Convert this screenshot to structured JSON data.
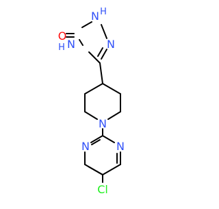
{
  "structure": {
    "atoms": {
      "O": "O",
      "NH_top": "N",
      "H_top": "H",
      "N_right": "N",
      "NH_left": "N",
      "H_left": "H",
      "N_pip": "N",
      "N_pyr_left": "N",
      "N_pyr_right": "N",
      "Cl": "Cl"
    },
    "colors": {
      "oxygen": "#ff0d0d",
      "nitrogen": "#3050f8",
      "chlorine": "#1ff01f",
      "bond": "#000000"
    }
  }
}
